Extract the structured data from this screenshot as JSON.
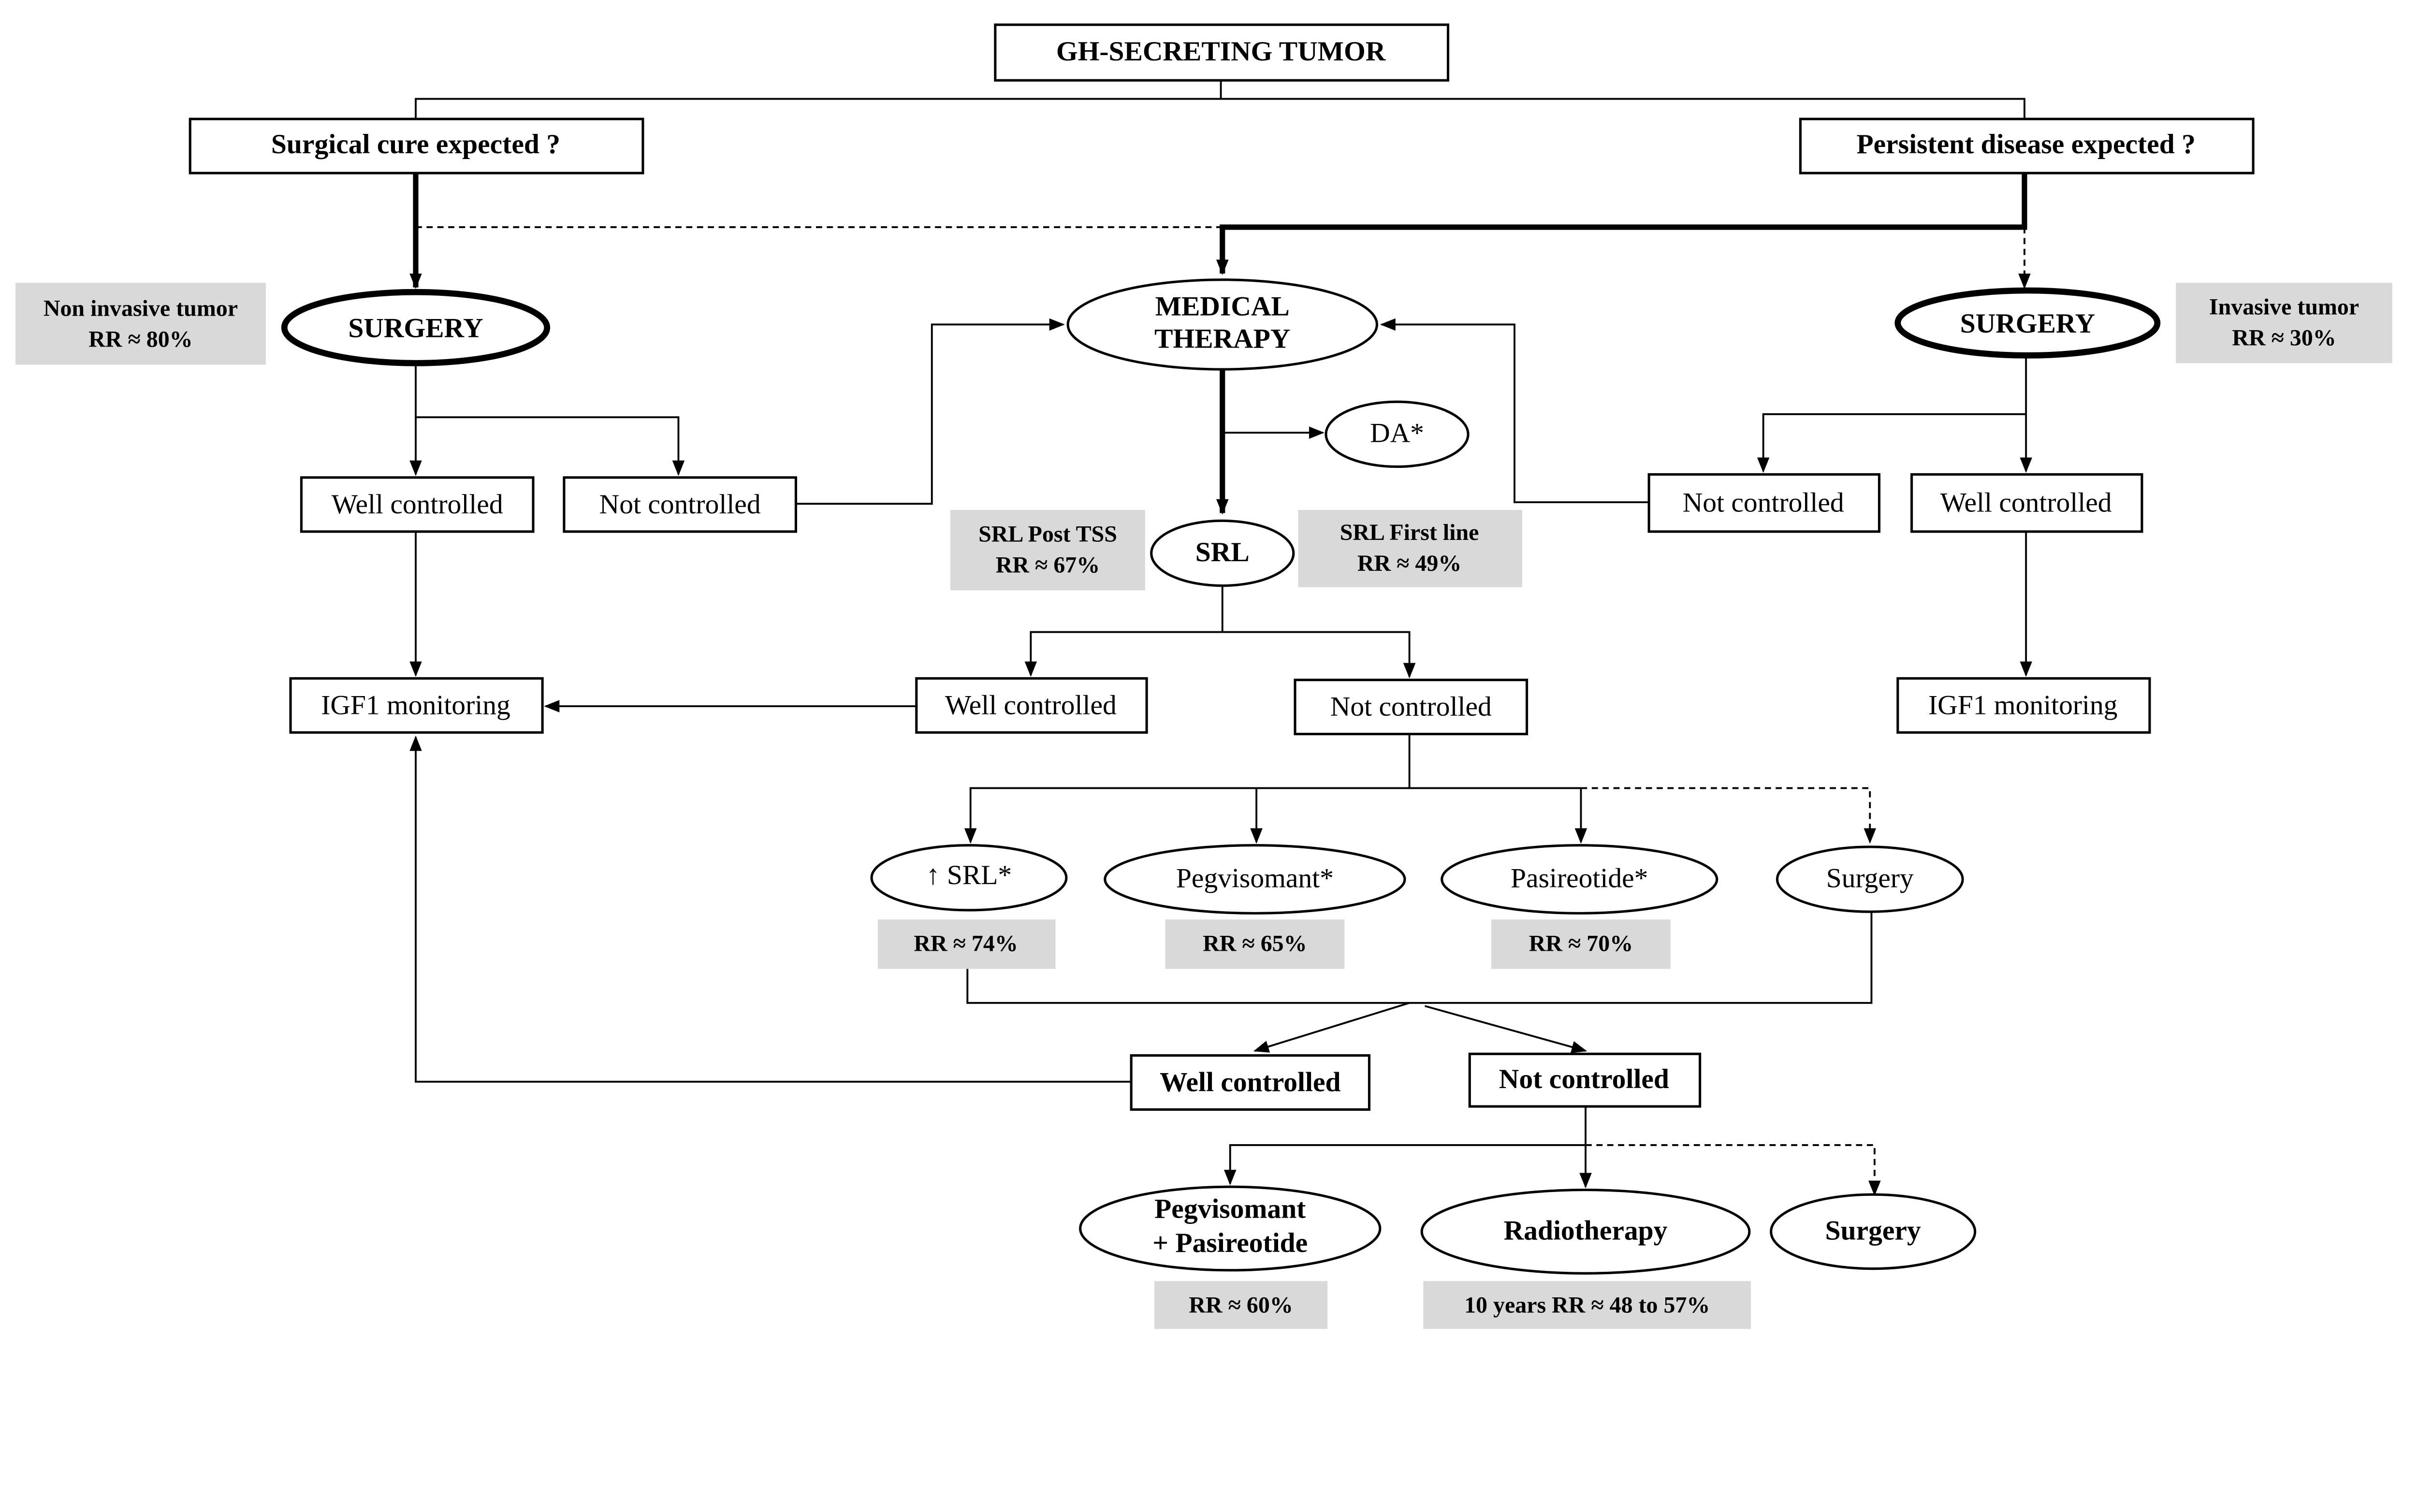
{
  "title": "GH-SECRETING TUMOR",
  "left_question": "Surgical cure expected ?",
  "right_question": "Persistent disease expected ?",
  "left_surgery": "SURGERY",
  "right_surgery": "SURGERY",
  "medical_therapy": [
    "MEDICAL",
    "THERAPY"
  ],
  "non_invasive": {
    "line1": "Non invasive tumor",
    "line2": "RR ≈ 80%"
  },
  "invasive": {
    "line1": "Invasive tumor",
    "line2": "RR ≈ 30%"
  },
  "left_well": "Well controlled",
  "left_not": "Not controlled",
  "right_not": "Not controlled",
  "right_well": "Well controlled",
  "da": "DA*",
  "srl": "SRL",
  "srl_post_tss": {
    "line1": "SRL Post TSS",
    "line2": "RR ≈ 67%"
  },
  "srl_first_line": {
    "line1": "SRL First line",
    "line2": "RR ≈ 49%"
  },
  "igf1_left": "IGF1 monitoring",
  "igf1_right": "IGF1 monitoring",
  "srl_well": "Well controlled",
  "srl_not": "Not controlled",
  "options": [
    {
      "label": "↑ SRL*",
      "rr": "RR ≈ 74%"
    },
    {
      "label": "Pegvisomant*",
      "rr": "RR ≈ 65%"
    },
    {
      "label": "Pasireotide*",
      "rr": "RR ≈ 70%"
    },
    {
      "label": "Surgery"
    }
  ],
  "second_well": "Well controlled",
  "second_not": "Not controlled",
  "final": [
    {
      "line1": "Pegvisomant",
      "line2": "+ Pasireotide",
      "rr": "RR ≈ 60%"
    },
    {
      "label": "Radiotherapy",
      "rr": "10 years RR ≈ 48 to 57%"
    },
    {
      "label": "Surgery"
    }
  ]
}
